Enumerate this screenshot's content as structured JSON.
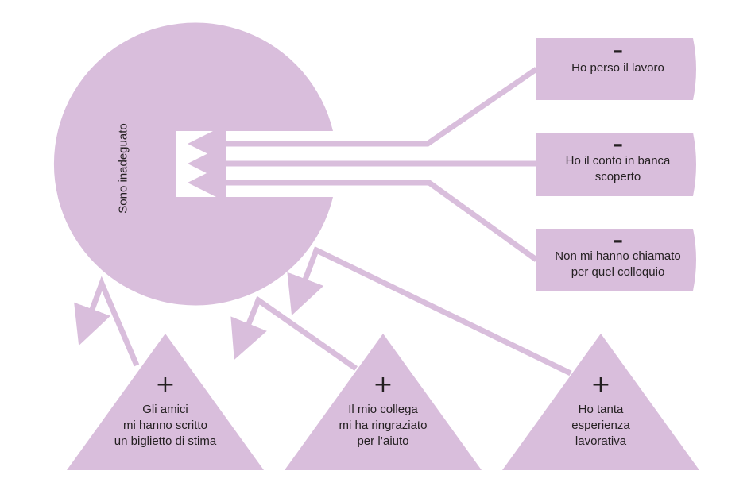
{
  "colors": {
    "fill": "#d9bedc",
    "text": "#231f20",
    "background": "#ffffff"
  },
  "center": {
    "label": "Sono inadeguato"
  },
  "negatives": [
    {
      "sign": "–",
      "lines": [
        "Ho perso il lavoro"
      ]
    },
    {
      "sign": "–",
      "lines": [
        "Ho il conto in banca",
        "scoperto"
      ]
    },
    {
      "sign": "–",
      "lines": [
        "Non mi hanno chiamato",
        "per quel colloquio"
      ]
    }
  ],
  "positives": [
    {
      "sign": "+",
      "lines": [
        "Gli amici",
        "mi hanno scritto",
        "un biglietto di stima"
      ]
    },
    {
      "sign": "+",
      "lines": [
        "Il mio collega",
        "mi ha ringraziato",
        "per l’aiuto"
      ]
    },
    {
      "sign": "+",
      "lines": [
        "Ho tanta",
        "esperienza",
        "lavorativa"
      ]
    }
  ]
}
